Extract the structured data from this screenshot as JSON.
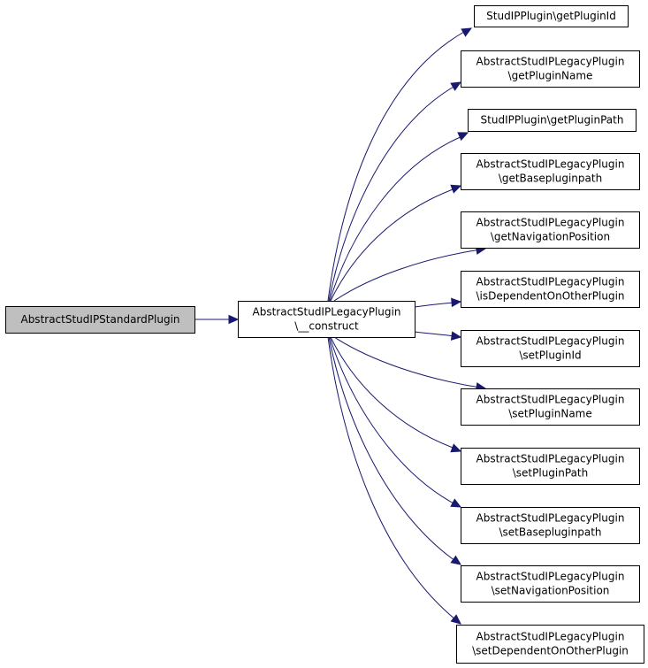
{
  "colors": {
    "edge": "#191970",
    "root_fill": "#bfbfbf",
    "node_fill": "#ffffff",
    "border": "#000000"
  },
  "nodes": {
    "root": {
      "lines": [
        "AbstractStudIPStandardPlugin"
      ]
    },
    "construct": {
      "lines": [
        "AbstractStudIPLegacyPlugin",
        "\\__construct"
      ]
    },
    "get_plugin_id": {
      "lines": [
        "StudIPPlugin\\getPluginId"
      ]
    },
    "get_plugin_name": {
      "lines": [
        "AbstractStudIPLegacyPlugin",
        "\\getPluginName"
      ]
    },
    "get_plugin_path": {
      "lines": [
        "StudIPPlugin\\getPluginPath"
      ]
    },
    "get_basepluginpath": {
      "lines": [
        "AbstractStudIPLegacyPlugin",
        "\\getBasepluginpath"
      ]
    },
    "get_navigation_position": {
      "lines": [
        "AbstractStudIPLegacyPlugin",
        "\\getNavigationPosition"
      ]
    },
    "is_dependent_on_other_plugin": {
      "lines": [
        "AbstractStudIPLegacyPlugin",
        "\\isDependentOnOtherPlugin"
      ]
    },
    "set_plugin_id": {
      "lines": [
        "AbstractStudIPLegacyPlugin",
        "\\setPluginId"
      ]
    },
    "set_plugin_name": {
      "lines": [
        "AbstractStudIPLegacyPlugin",
        "\\setPluginName"
      ]
    },
    "set_plugin_path": {
      "lines": [
        "AbstractStudIPLegacyPlugin",
        "\\setPluginPath"
      ]
    },
    "set_basepluginpath": {
      "lines": [
        "AbstractStudIPLegacyPlugin",
        "\\setBasepluginpath"
      ]
    },
    "set_navigation_position": {
      "lines": [
        "AbstractStudIPLegacyPlugin",
        "\\setNavigationPosition"
      ]
    },
    "set_dependent_on_other_plugin": {
      "lines": [
        "AbstractStudIPLegacyPlugin",
        "\\setDependentOnOtherPlugin"
      ]
    }
  },
  "edges": [
    {
      "from": "root",
      "to": "construct"
    },
    {
      "from": "construct",
      "to": "get_plugin_id"
    },
    {
      "from": "construct",
      "to": "get_plugin_name"
    },
    {
      "from": "construct",
      "to": "get_plugin_path"
    },
    {
      "from": "construct",
      "to": "get_basepluginpath"
    },
    {
      "from": "construct",
      "to": "get_navigation_position"
    },
    {
      "from": "construct",
      "to": "is_dependent_on_other_plugin"
    },
    {
      "from": "construct",
      "to": "set_plugin_id"
    },
    {
      "from": "construct",
      "to": "set_plugin_name"
    },
    {
      "from": "construct",
      "to": "set_plugin_path"
    },
    {
      "from": "construct",
      "to": "set_basepluginpath"
    },
    {
      "from": "construct",
      "to": "set_navigation_position"
    },
    {
      "from": "construct",
      "to": "set_dependent_on_other_plugin"
    }
  ]
}
